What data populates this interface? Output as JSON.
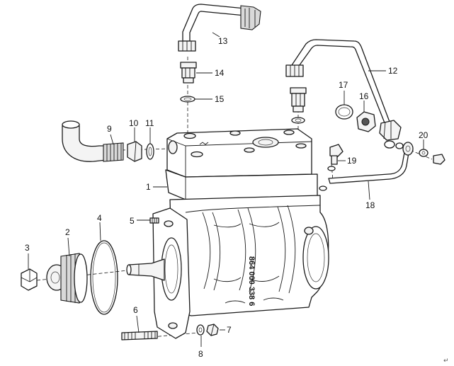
{
  "diagram": {
    "callouts": [
      "1",
      "2",
      "3",
      "4",
      "5",
      "6",
      "7",
      "8",
      "9",
      "10",
      "11",
      "12",
      "13",
      "14",
      "15",
      "16",
      "17",
      "18",
      "19",
      "20"
    ],
    "housing_stamp": "864 000 338 6",
    "corner_mark": "↵"
  }
}
